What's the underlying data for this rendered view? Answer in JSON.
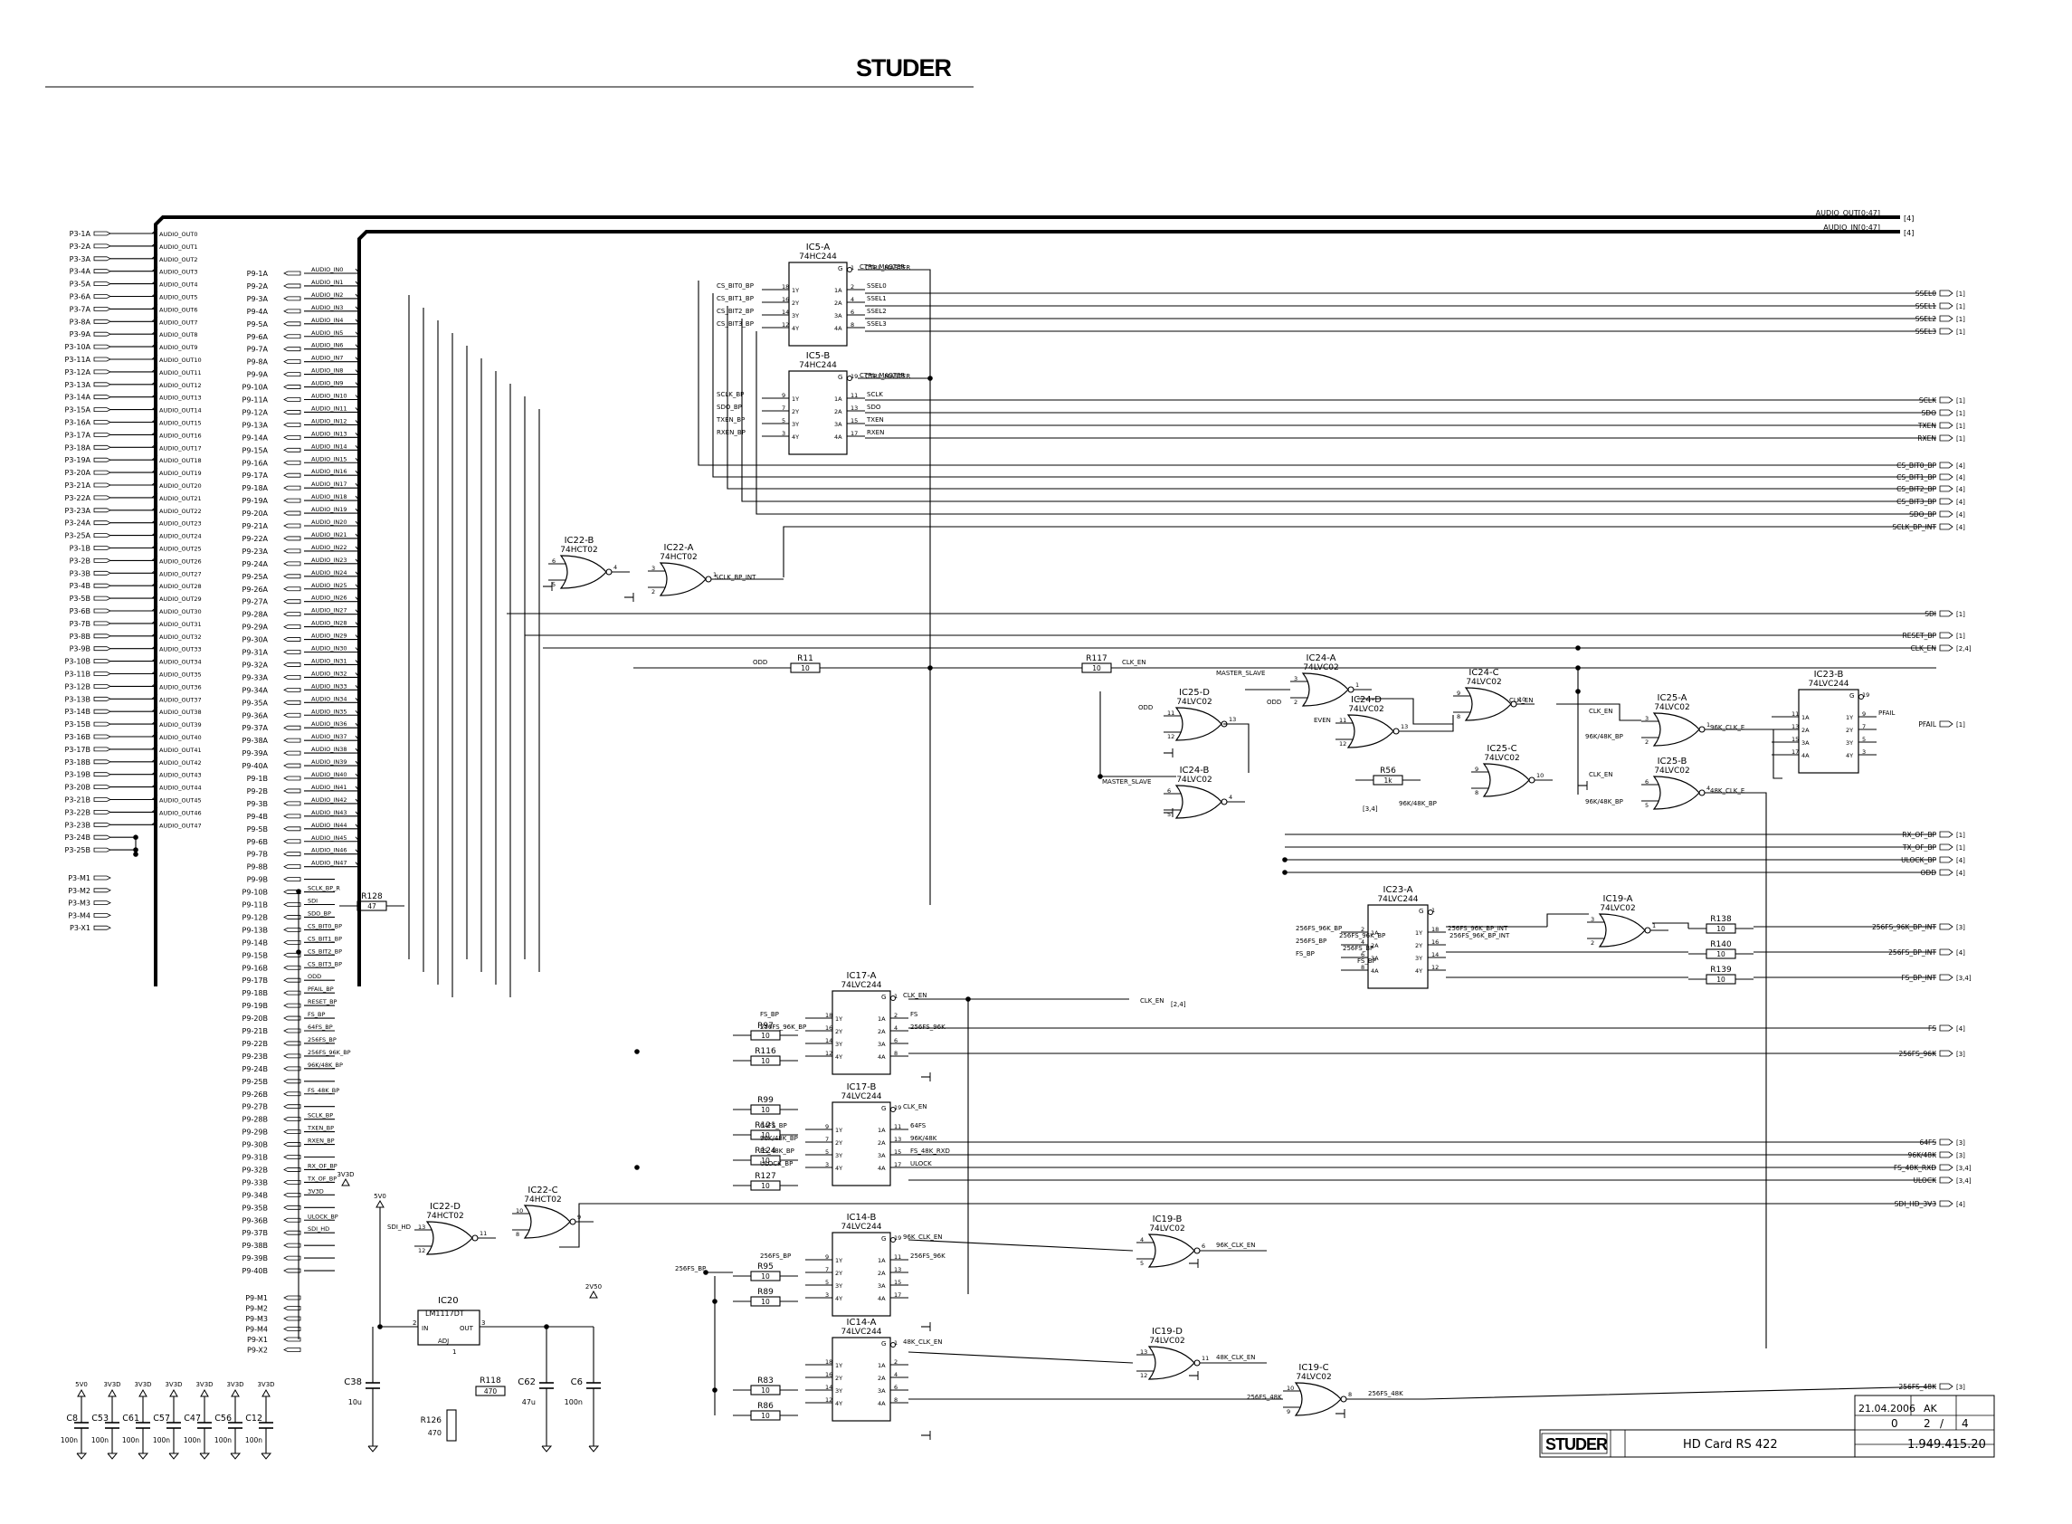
{
  "header": {
    "brand": "STUDER"
  },
  "connectors": {
    "p3": [
      "P3-1A",
      "P3-2A",
      "P3-3A",
      "P3-4A",
      "P3-5A",
      "P3-6A",
      "P3-7A",
      "P3-8A",
      "P3-9A",
      "P3-10A",
      "P3-11A",
      "P3-12A",
      "P3-13A",
      "P3-14A",
      "P3-15A",
      "P3-16A",
      "P3-17A",
      "P3-18A",
      "P3-19A",
      "P3-20A",
      "P3-21A",
      "P3-22A",
      "P3-23A",
      "P3-24A",
      "P3-25A",
      "P3-1B",
      "P3-2B",
      "P3-3B",
      "P3-4B",
      "P3-5B",
      "P3-6B",
      "P3-7B",
      "P3-8B",
      "P3-9B",
      "P3-10B",
      "P3-11B",
      "P3-12B",
      "P3-13B",
      "P3-14B",
      "P3-15B",
      "P3-16B",
      "P3-17B",
      "P3-18B",
      "P3-19B",
      "P3-20B",
      "P3-21B",
      "P3-22B",
      "P3-23B",
      "P3-24B",
      "P3-25B"
    ],
    "p3_out_nets": [
      "AUDIO_OUT0",
      "AUDIO_OUT1",
      "AUDIO_OUT2",
      "AUDIO_OUT3",
      "AUDIO_OUT4",
      "AUDIO_OUT5",
      "AUDIO_OUT6",
      "AUDIO_OUT7",
      "AUDIO_OUT8",
      "AUDIO_OUT9",
      "AUDIO_OUT10",
      "AUDIO_OUT11",
      "AUDIO_OUT12",
      "AUDIO_OUT13",
      "AUDIO_OUT14",
      "AUDIO_OUT15",
      "AUDIO_OUT16",
      "AUDIO_OUT17",
      "AUDIO_OUT18",
      "AUDIO_OUT19",
      "AUDIO_OUT20",
      "AUDIO_OUT21",
      "AUDIO_OUT22",
      "AUDIO_OUT23",
      "AUDIO_OUT24",
      "AUDIO_OUT25",
      "AUDIO_OUT26",
      "AUDIO_OUT27",
      "AUDIO_OUT28",
      "AUDIO_OUT29",
      "AUDIO_OUT30",
      "AUDIO_OUT31",
      "AUDIO_OUT32",
      "AUDIO_OUT33",
      "AUDIO_OUT34",
      "AUDIO_OUT35",
      "AUDIO_OUT36",
      "AUDIO_OUT37",
      "AUDIO_OUT38",
      "AUDIO_OUT39",
      "AUDIO_OUT40",
      "AUDIO_OUT41",
      "AUDIO_OUT42",
      "AUDIO_OUT43",
      "AUDIO_OUT44",
      "AUDIO_OUT45",
      "AUDIO_OUT46",
      "AUDIO_OUT47"
    ],
    "p3_misc": [
      "P3-M1",
      "P3-M2",
      "P3-M3",
      "P3-M4",
      "P3-X1"
    ],
    "p9": [
      "P9-1A",
      "P9-2A",
      "P9-3A",
      "P9-4A",
      "P9-5A",
      "P9-6A",
      "P9-7A",
      "P9-8A",
      "P9-9A",
      "P9-10A",
      "P9-11A",
      "P9-12A",
      "P9-13A",
      "P9-14A",
      "P9-15A",
      "P9-16A",
      "P9-17A",
      "P9-18A",
      "P9-19A",
      "P9-20A",
      "P9-21A",
      "P9-22A",
      "P9-23A",
      "P9-24A",
      "P9-25A",
      "P9-26A",
      "P9-27A",
      "P9-28A",
      "P9-29A",
      "P9-30A",
      "P9-31A",
      "P9-32A",
      "P9-33A",
      "P9-34A",
      "P9-35A",
      "P9-36A",
      "P9-37A",
      "P9-38A",
      "P9-39A",
      "P9-40A",
      "P9-1B",
      "P9-2B",
      "P9-3B",
      "P9-4B",
      "P9-5B",
      "P9-6B",
      "P9-7B",
      "P9-8B",
      "P9-9B",
      "P9-10B",
      "P9-11B",
      "P9-12B",
      "P9-13B",
      "P9-14B",
      "P9-15B",
      "P9-16B",
      "P9-17B",
      "P9-18B",
      "P9-19B",
      "P9-20B",
      "P9-21B",
      "P9-22B",
      "P9-23B",
      "P9-24B",
      "P9-25B",
      "P9-26B",
      "P9-27B",
      "P9-28B",
      "P9-29B",
      "P9-30B",
      "P9-31B",
      "P9-32B",
      "P9-33B",
      "P9-34B",
      "P9-35B",
      "P9-36B",
      "P9-37B",
      "P9-38B",
      "P9-39B",
      "P9-40B"
    ],
    "p9_in_nets": [
      "AUDIO_IN0",
      "AUDIO_IN1",
      "AUDIO_IN2",
      "AUDIO_IN3",
      "AUDIO_IN4",
      "AUDIO_IN5",
      "AUDIO_IN6",
      "AUDIO_IN7",
      "AUDIO_IN8",
      "AUDIO_IN9",
      "AUDIO_IN10",
      "AUDIO_IN11",
      "AUDIO_IN12",
      "AUDIO_IN13",
      "AUDIO_IN14",
      "AUDIO_IN15",
      "AUDIO_IN16",
      "AUDIO_IN17",
      "AUDIO_IN18",
      "AUDIO_IN19",
      "AUDIO_IN20",
      "AUDIO_IN21",
      "AUDIO_IN22",
      "AUDIO_IN23",
      "AUDIO_IN24",
      "AUDIO_IN25",
      "AUDIO_IN26",
      "AUDIO_IN27",
      "AUDIO_IN28",
      "AUDIO_IN29",
      "AUDIO_IN30",
      "AUDIO_IN31",
      "AUDIO_IN32",
      "AUDIO_IN33",
      "AUDIO_IN34",
      "AUDIO_IN35",
      "AUDIO_IN36",
      "AUDIO_IN37",
      "AUDIO_IN38",
      "AUDIO_IN39",
      "AUDIO_IN40",
      "AUDIO_IN41",
      "AUDIO_IN42",
      "AUDIO_IN43",
      "AUDIO_IN44",
      "AUDIO_IN45",
      "AUDIO_IN46",
      "AUDIO_IN47"
    ],
    "p9_b_nets": [
      "",
      "SCLK_BP_R",
      "SDI",
      "SDO_BP",
      "CS_BIT0_BP",
      "CS_BIT1_BP",
      "CS_BIT2_BP",
      "CS_BIT3_BP",
      "ODD",
      "PFAIL_BP",
      "RESET_BP",
      "FS_BP",
      "64FS_BP",
      "256FS_BP",
      "256FS_96K_BP",
      "96K/48K_BP",
      "",
      "FS_48K_BP",
      "",
      "SCLK_BP",
      "TXEN_BP",
      "RXEN_BP",
      "",
      "RX_OF_BP",
      "TX_OF_BP",
      "3V3D",
      "",
      "ULOCK_BP",
      "SDI_HD",
      "",
      "",
      ""
    ],
    "p9_misc": [
      "P9-M1",
      "P9-M2",
      "P9-M3",
      "P9-M4",
      "P9-X1",
      "P9-X2"
    ]
  },
  "buses": {
    "out": {
      "label": "AUDIO_OUT[0:47]",
      "ref": "[4]"
    },
    "in": {
      "label": "AUDIO_IN[0:47]",
      "ref": "[4]"
    }
  },
  "right_ports": [
    {
      "label": "SSEL0",
      "ref": "[1]"
    },
    {
      "label": "SSEL1",
      "ref": "[1]"
    },
    {
      "label": "SSEL2",
      "ref": "[1]"
    },
    {
      "label": "SSEL3",
      "ref": "[1]"
    },
    {
      "label": "SCLK",
      "ref": "[1]"
    },
    {
      "label": "SDO",
      "ref": "[1]"
    },
    {
      "label": "TXEN",
      "ref": "[1]"
    },
    {
      "label": "RXEN",
      "ref": "[1]"
    },
    {
      "label": "CS_BIT0_BP",
      "ref": "[4]"
    },
    {
      "label": "CS_BIT1_BP",
      "ref": "[4]"
    },
    {
      "label": "CS_BIT2_BP",
      "ref": "[4]"
    },
    {
      "label": "CS_BIT3_BP",
      "ref": "[4]"
    },
    {
      "label": "SDO_BP",
      "ref": "[4]"
    },
    {
      "label": "SCLK_BP_INT",
      "ref": "[4]"
    },
    {
      "label": "SDI",
      "ref": "[1]"
    },
    {
      "label": "RESET_BP",
      "ref": "[1]"
    },
    {
      "label": "CLK_EN",
      "ref": "[2,4]"
    },
    {
      "label": "PFAIL",
      "ref": "[1]"
    },
    {
      "label": "RX_OF_BP",
      "ref": "[1]"
    },
    {
      "label": "TX_OF_BP",
      "ref": "[1]"
    },
    {
      "label": "ULOCK_BP",
      "ref": "[4]"
    },
    {
      "label": "ODD",
      "ref": "[4]"
    },
    {
      "label": "256FS_96K_BP_INT",
      "ref": "[3]"
    },
    {
      "label": "256FS_BP_INT",
      "ref": "[4]"
    },
    {
      "label": "FS_BP_INT",
      "ref": "[3,4]"
    },
    {
      "label": "FS",
      "ref": "[4]"
    },
    {
      "label": "256FS_96K",
      "ref": "[3]"
    },
    {
      "label": "64FS",
      "ref": "[3]"
    },
    {
      "label": "96K/48K",
      "ref": "[3]"
    },
    {
      "label": "FS_48K_RXD",
      "ref": "[3,4]"
    },
    {
      "label": "ULOCK",
      "ref": "[3,4]"
    },
    {
      "label": "SDI_HD_3V3",
      "ref": "[4]"
    },
    {
      "label": "256FS_48K",
      "ref": "[3]"
    }
  ],
  "chips": [
    {
      "ref": "IC5-A",
      "part": "74HC244",
      "in_pins": [
        "18",
        "16",
        "14",
        "12"
      ],
      "in_names": [
        "1Y",
        "2Y",
        "3Y",
        "4Y"
      ],
      "out_pins": [
        "2",
        "4",
        "6",
        "8"
      ],
      "out_names": [
        "1A",
        "2A",
        "3A",
        "4A"
      ],
      "oe": "1",
      "in_nets": [
        "CS_BIT0_BP",
        "CS_BIT1_BP",
        "CS_BIT2_BP",
        "CS_BIT3_BP"
      ],
      "out_nets": [
        "SSEL0",
        "SSEL1",
        "SSEL2",
        "SSEL3"
      ],
      "oe_net": "CTRL_MASTER"
    },
    {
      "ref": "IC5-B",
      "part": "74HC244",
      "in_pins": [
        "9",
        "7",
        "5",
        "3"
      ],
      "in_names": [
        "1Y",
        "2Y",
        "3Y",
        "4Y"
      ],
      "out_pins": [
        "11",
        "13",
        "15",
        "17"
      ],
      "out_names": [
        "1A",
        "2A",
        "3A",
        "4A"
      ],
      "oe": "19",
      "in_nets": [
        "SCLK_BP",
        "SDO_BP",
        "TXEN_BP",
        "RXEN_BP"
      ],
      "out_nets": [
        "SCLK",
        "SDO",
        "TXEN",
        "RXEN"
      ],
      "oe_net": "CTRL_MASTER"
    },
    {
      "ref": "IC17-A",
      "part": "74LVC244",
      "in_pins": [
        "18",
        "16",
        "14",
        "12"
      ],
      "in_names": [
        "1Y",
        "2Y",
        "3Y",
        "4Y"
      ],
      "out_pins": [
        "2",
        "4",
        "6",
        "8"
      ],
      "out_names": [
        "1A",
        "2A",
        "3A",
        "4A"
      ],
      "oe": "1",
      "in_nets": [
        "FS_BP",
        "256FS_96K_BP",
        "",
        ""
      ],
      "out_nets": [
        "FS",
        "256FS_96K",
        "",
        ""
      ],
      "oe_net": "CLK_EN"
    },
    {
      "ref": "IC17-B",
      "part": "74LVC244",
      "in_pins": [
        "9",
        "7",
        "5",
        "3"
      ],
      "in_names": [
        "1Y",
        "2Y",
        "3Y",
        "4Y"
      ],
      "out_pins": [
        "11",
        "13",
        "15",
        "17"
      ],
      "out_names": [
        "1A",
        "2A",
        "3A",
        "4A"
      ],
      "oe": "19",
      "in_nets": [
        "64FS_BP",
        "96K/48K_BP",
        "FS_48K_BP",
        "ULOCK_BP"
      ],
      "out_nets": [
        "64FS",
        "96K/48K",
        "FS_48K_RXD",
        "ULOCK"
      ],
      "oe_net": "CLK_EN"
    },
    {
      "ref": "IC14-B",
      "part": "74LVC244",
      "in_pins": [
        "9",
        "7",
        "5",
        "3"
      ],
      "in_names": [
        "1Y",
        "2Y",
        "3Y",
        "4Y"
      ],
      "out_pins": [
        "11",
        "13",
        "15",
        "17"
      ],
      "out_names": [
        "1A",
        "2A",
        "3A",
        "4A"
      ],
      "oe": "19",
      "in_nets": [
        "256FS_BP",
        "",
        "",
        ""
      ],
      "out_nets": [
        "256FS_96K",
        "",
        "",
        ""
      ],
      "oe_net": "96K_CLK_EN"
    },
    {
      "ref": "IC14-A",
      "part": "74LVC244",
      "in_pins": [
        "18",
        "16",
        "14",
        "12"
      ],
      "in_names": [
        "1Y",
        "2Y",
        "3Y",
        "4Y"
      ],
      "out_pins": [
        "2",
        "4",
        "6",
        "8"
      ],
      "out_names": [
        "1A",
        "2A",
        "3A",
        "4A"
      ],
      "oe": "1",
      "in_nets": [
        "",
        "",
        "",
        ""
      ],
      "out_nets": [
        "",
        "",
        "",
        ""
      ],
      "oe_net": "48K_CLK_EN"
    },
    {
      "ref": "IC23-A",
      "part": "74LVC244",
      "in_pins": [
        "2",
        "4",
        "6",
        "8"
      ],
      "in_names": [
        "1A",
        "2A",
        "3A",
        "4A"
      ],
      "out_pins": [
        "18",
        "16",
        "14",
        "12"
      ],
      "out_names": [
        "1Y",
        "2Y",
        "3Y",
        "4Y"
      ],
      "oe": "1",
      "in_nets": [
        "256FS_96K_BP",
        "256FS_BP",
        "FS_BP",
        ""
      ],
      "out_nets": [
        "256FS_96K_BP_INT",
        "",
        "",
        " "
      ],
      "oe_net": ""
    },
    {
      "ref": "IC23-B",
      "part": "74LVC244",
      "in_pins": [
        "11",
        "13",
        "15",
        "17"
      ],
      "in_names": [
        "1A",
        "2A",
        "3A",
        "4A"
      ],
      "out_pins": [
        "9",
        "7",
        "5",
        "3"
      ],
      "out_names": [
        "1Y",
        "2Y",
        "3Y",
        "4Y"
      ],
      "oe": "19",
      "in_nets": [
        "",
        "",
        "",
        ""
      ],
      "out_nets": [
        "PFAIL",
        "",
        "",
        ""
      ],
      "oe_net": ""
    }
  ],
  "gates": [
    {
      "ref": "IC22-B",
      "part": "74HCT02",
      "pins": [
        "6",
        "5",
        "4"
      ]
    },
    {
      "ref": "IC22-A",
      "part": "74HCT02",
      "pins": [
        "3",
        "2",
        "1"
      ]
    },
    {
      "ref": "IC22-D",
      "part": "74HCT02",
      "pins": [
        "13",
        "12",
        "11"
      ]
    },
    {
      "ref": "IC22-C",
      "part": "74HCT02",
      "pins": [
        "10",
        "8",
        "9"
      ]
    },
    {
      "ref": "IC25-D",
      "part": "74LVC02",
      "pins": [
        "11",
        "12",
        "13"
      ]
    },
    {
      "ref": "IC24-A",
      "part": "74LVC02",
      "pins": [
        "3",
        "2",
        "1"
      ]
    },
    {
      "ref": "IC24-D",
      "part": "74LVC02",
      "pins": [
        "11",
        "12",
        "13"
      ]
    },
    {
      "ref": "IC24-C",
      "part": "74LVC02",
      "pins": [
        "9",
        "8",
        "10"
      ]
    },
    {
      "ref": "IC24-B",
      "part": "74LVC02",
      "pins": [
        "6",
        "5",
        "4"
      ]
    },
    {
      "ref": "IC25-C",
      "part": "74LVC02",
      "pins": [
        "9",
        "8",
        "10"
      ]
    },
    {
      "ref": "IC25-A",
      "part": "74LVC02",
      "pins": [
        "3",
        "2",
        "1"
      ]
    },
    {
      "ref": "IC25-B",
      "part": "74LVC02",
      "pins": [
        "6",
        "5",
        "4"
      ]
    },
    {
      "ref": "IC19-A",
      "part": "74LVC02",
      "pins": [
        "3",
        "2",
        "1"
      ]
    },
    {
      "ref": "IC19-B",
      "part": "74LVC02",
      "pins": [
        "4",
        "5",
        "6"
      ]
    },
    {
      "ref": "IC19-D",
      "part": "74LVC02",
      "pins": [
        "13",
        "12",
        "11"
      ]
    },
    {
      "ref": "IC19-C",
      "part": "74LVC02",
      "pins": [
        "10",
        "9",
        "8"
      ]
    }
  ],
  "resistors": [
    {
      "ref": "R128",
      "value": "47"
    },
    {
      "ref": "R11",
      "value": "10"
    },
    {
      "ref": "R117",
      "value": "10"
    },
    {
      "ref": "R56",
      "value": "1k"
    },
    {
      "ref": "R97",
      "value": "10"
    },
    {
      "ref": "R116",
      "value": "10"
    },
    {
      "ref": "R99",
      "value": "10"
    },
    {
      "ref": "R121",
      "value": "10"
    },
    {
      "ref": "R124",
      "value": "10"
    },
    {
      "ref": "R127",
      "value": "10"
    },
    {
      "ref": "R95",
      "value": "10"
    },
    {
      "ref": "R89",
      "value": "10"
    },
    {
      "ref": "R83",
      "value": "10"
    },
    {
      "ref": "R86",
      "value": "10"
    },
    {
      "ref": "R138",
      "value": "10"
    },
    {
      "ref": "R140",
      "value": "10"
    },
    {
      "ref": "R139",
      "value": "10"
    },
    {
      "ref": "R118",
      "value": "470"
    },
    {
      "ref": "R126",
      "value": "470"
    }
  ],
  "net_labels": {
    "ctrl_master": "CTRL_MASTER",
    "clk_en": "CLK_EN",
    "master_slave": "MASTER_SLAVE",
    "odd": "ODD",
    "even": "EVEN",
    "sclk_bp_int": "SCLK_BP_INT",
    "k96_clk_e": "96K_CLK_E",
    "k48_clk_e": "48K_CLK_E",
    "k96_48k_bp": "96K/48K_BP",
    "ref34": "[3,4]",
    "k96_clk_en": "96K_CLK_EN",
    "k48_clk_en": "48K_CLK_EN",
    "fs256_48k": "256FS_48K",
    "fs256_bp": "256FS_BP",
    "fs256_96k_bp": "256FS_96K_BP",
    "fs_bp": "FS_BP",
    "clk_en_ref": "[2,4]",
    "fs_48k_bp": "FS_48K_BP",
    "sdi_hd": "SDI_HD",
    "v3v3d": "3V3D",
    "v5v0": "5V0",
    "v2v50": "2V50",
    "fs256_96k_bp_int": "256FS_96K_BP_INT",
    "fs_96k_bp": "256FS_96K_BP"
  },
  "regulator": {
    "ref": "IC20",
    "part": "LM1117DT",
    "in": "IN",
    "out": "OUT",
    "adj": "ADJ",
    "pins": [
      "3",
      "2",
      "1"
    ]
  },
  "caps": [
    {
      "ref": "C38",
      "value": "10u"
    },
    {
      "ref": "C62",
      "value": "47u"
    },
    {
      "ref": "C6",
      "value": "100n"
    }
  ],
  "decoupling": [
    {
      "rail": "5V0",
      "ref": "C8",
      "value": "100n"
    },
    {
      "rail": "3V3D",
      "ref": "C53",
      "value": "100n"
    },
    {
      "rail": "3V3D",
      "ref": "C61",
      "value": "100n"
    },
    {
      "rail": "3V3D",
      "ref": "C57",
      "value": "100n"
    },
    {
      "rail": "3V3D",
      "ref": "C47",
      "value": "100n"
    },
    {
      "rail": "3V3D",
      "ref": "C56",
      "value": "100n"
    },
    {
      "rail": "3V3D",
      "ref": "C12",
      "value": "100n"
    }
  ],
  "title_block": {
    "date": "21.04.2006",
    "author": "AK",
    "index": "0",
    "sheet": "2",
    "sheets": "4",
    "slash": "/",
    "title": "HD Card RS 422",
    "drawing_no": "1.949.415.20",
    "brand": "STUDER"
  },
  "colors": {
    "ink": "#000000",
    "paper": "#ffffff",
    "grid": "#9a9a9a"
  }
}
